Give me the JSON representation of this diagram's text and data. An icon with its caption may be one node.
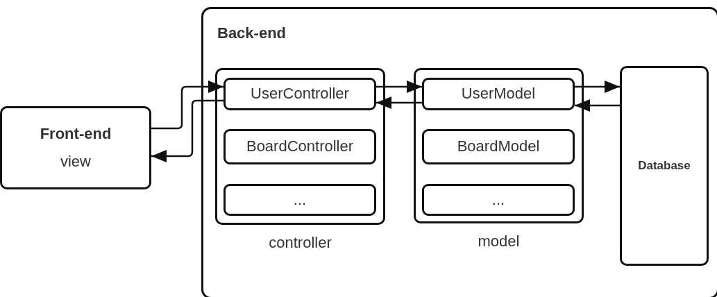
{
  "diagram": {
    "nodes": [
      {
        "text": [
          "Front-end",
          "view"
        ]
      },
      {
        "text": [
          "Back-end"
        ]
      },
      {
        "text": [],
        "shape": "box",
        "in": 1,
        "beside": [
          "controller"
        ]
      },
      {
        "text": [
          "UserController"
        ],
        "in": 2
      },
      {
        "text": [
          "BoardController"
        ],
        "in": 2
      },
      {
        "text": [
          "..."
        ],
        "in": 2
      },
      {
        "text": [],
        "shape": "box",
        "in": 1,
        "beside": [
          "model"
        ]
      },
      {
        "text": [
          "UserModel"
        ],
        "in": 6
      },
      {
        "text": [
          "BoardModel"
        ],
        "in": 6
      },
      {
        "text": [
          "..."
        ],
        "in": 6
      },
      {
        "text": [
          "Database"
        ],
        "in": 1
      }
    ],
    "edges": [
      {
        "from": 0,
        "to": 3,
        "arrow": "to"
      },
      {
        "from": 3,
        "to": 0,
        "arrow": "to"
      },
      {
        "from": 3,
        "to": 7,
        "arrow": "to"
      },
      {
        "from": 7,
        "to": 3,
        "arrow": "to"
      },
      {
        "from": 7,
        "to": 10,
        "arrow": "to"
      },
      {
        "from": 10,
        "to": 7,
        "arrow": "to"
      }
    ]
  }
}
